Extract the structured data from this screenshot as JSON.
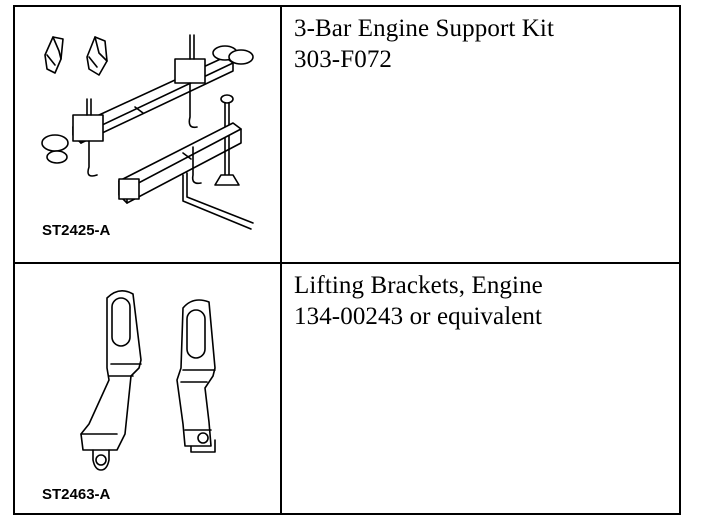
{
  "tools": [
    {
      "figure_id": "ST2425-A",
      "name": "3-Bar Engine Support Kit",
      "number": "303-F072",
      "icon": "engine-support-kit-illustration"
    },
    {
      "figure_id": "ST2463-A",
      "name": "Lifting Brackets, Engine",
      "number": "134-00243 or equivalent",
      "icon": "lifting-brackets-illustration"
    }
  ]
}
